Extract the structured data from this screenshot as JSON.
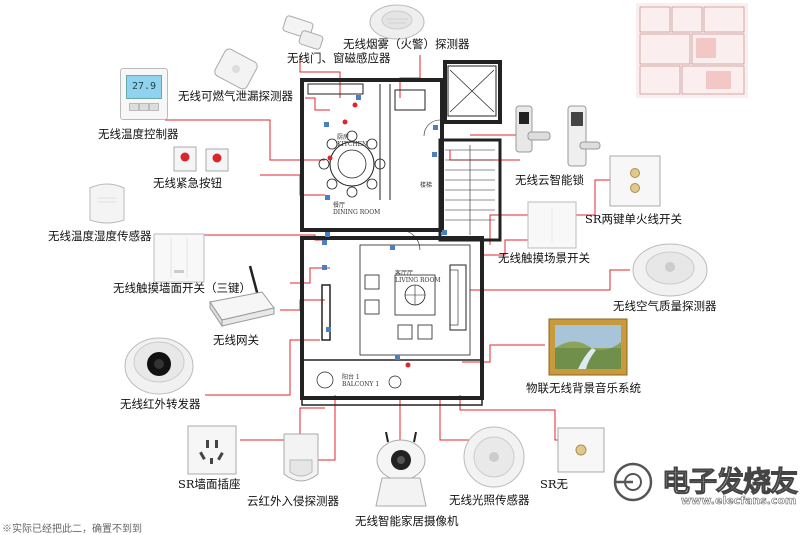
{
  "labels": {
    "smoke_detector": "无线烟雾（火警）探测器",
    "door_window_sensor": "无线门、窗磁感应器",
    "gas_leak_detector": "无线可燃气泄漏探测器",
    "temp_controller": "无线温度控制器",
    "emergency_button": "无线紧急按钮",
    "temp_humidity_sensor": "无线温度湿度传感器",
    "touch_wall_switch": "无线触摸墙面开关（三键）",
    "gateway": "无线网关",
    "ir_transmitter": "无线红外转发器",
    "wall_socket": "SR墙面插座",
    "ir_intrusion_detector": "云红外入侵探测器",
    "smart_camera": "无线智能家居摄像机",
    "light_sensor": "无线光照传感器",
    "sr_wireless_switch_partial": "SR无",
    "smart_lock": "无线云智能锁",
    "sr_two_key_switch": "SR两键单火线开关",
    "touch_scene_switch": "无线触摸场景开关",
    "air_quality_detector": "无线空气质量探测器",
    "bg_music_system": "物联无线背景音乐系统"
  },
  "thermostat": {
    "reading": "27.9"
  },
  "watermark": {
    "brand": "电子发烧友",
    "url": "www.elecfans.com"
  },
  "plan_labels": {
    "kitchen": "厨房\nKITCHEN",
    "dining": "餐厅\nDINING ROOM",
    "living": "客厅厅\nLIVING ROOM",
    "balcony": "阳台 1\nBALCONY 1",
    "stair": "楼梯"
  },
  "bottom_note": "※实际已经把此二，确置不到到"
}
